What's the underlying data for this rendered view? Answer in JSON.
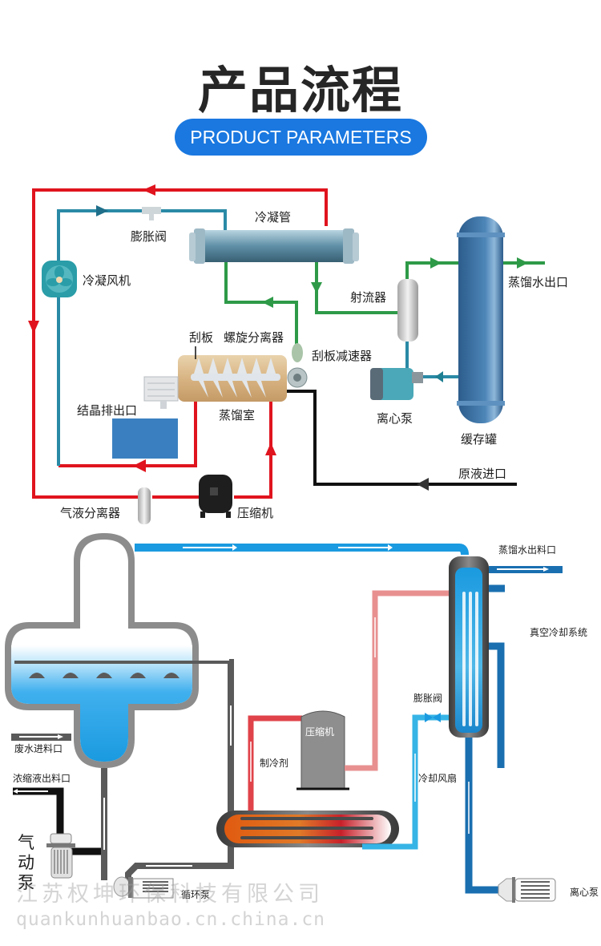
{
  "header": {
    "title": "产品流程",
    "subtitle": "PRODUCT PARAMETERS"
  },
  "colors": {
    "accent": "#1a78e0",
    "refrigerant_hot": "#e0141e",
    "refrigerant_cool": "#2a8aa6",
    "distillate": "#2e9a48",
    "feed": "#111111",
    "steam_blue": "#1a9ae0",
    "cooling_blue": "#1a6fb0",
    "light_blue": "#36b4e6",
    "pink": "#e89090",
    "grey_pipe": "#5a5a5a"
  },
  "diagram_top": {
    "labels": {
      "expansion_valve": "膨胀阀",
      "condenser_tube": "冷凝管",
      "condenser_fan": "冷凝风机",
      "scraper": "刮板",
      "spiral_separator": "螺旋分离器",
      "scraper_reducer": "刮板减速器",
      "ejector": "射流器",
      "distilled_water_outlet": "蒸馏水出口",
      "centrifugal_pump": "离心泵",
      "buffer_tank": "缓存罐",
      "crystal_outlet": "结晶排出口",
      "distillation_chamber": "蒸馏室",
      "raw_liquid_inlet": "原液进口",
      "gas_liquid_separator": "气液分离器",
      "compressor": "压缩机"
    }
  },
  "diagram_bottom": {
    "labels": {
      "distilled_water_discharge": "蒸馏水出料口",
      "vacuum_cooling_system": "真空冷却系统",
      "expansion_valve": "膨胀阀",
      "compressor": "压缩机",
      "refrigerant": "制冷剂",
      "cooling_fan": "冷却风扇",
      "wastewater_inlet": "废水进料口",
      "concentrate_outlet": "浓缩液出料口",
      "pneumatic_pump": "气动泵",
      "circulation_pump": "循环泵",
      "centrifugal_pump": "离心泵"
    }
  },
  "watermark": {
    "company": "江苏权坤环保科技有限公司",
    "domain": "quankunhuanbao.cn.china.cn"
  }
}
